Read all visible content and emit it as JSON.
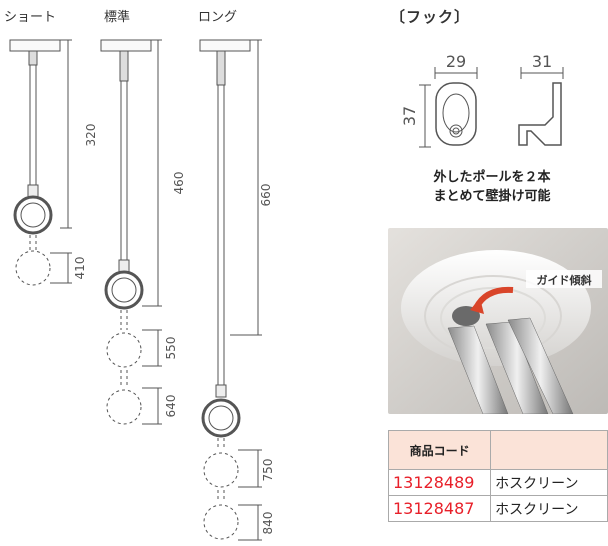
{
  "variants": [
    {
      "label": "ショート",
      "length": "320",
      "extended": "410"
    },
    {
      "label": "標準",
      "length": "460",
      "extended_1": "550",
      "extended_2": "640"
    },
    {
      "label": "ロング",
      "length": "660",
      "extended_1": "750",
      "extended_2": "840"
    }
  ],
  "hook": {
    "title": "〔フック〕",
    "width_front": "29",
    "width_side": "31",
    "height": "37",
    "caption_line1": "外したポールを２本",
    "caption_line2": "まとめて壁掛け可能"
  },
  "photo": {
    "guide_label": "ガイド傾斜"
  },
  "table": {
    "header_code": "商品コード",
    "header_name": "",
    "rows": [
      {
        "code": "13128489",
        "name": "ホスクリーン"
      },
      {
        "code": "13128487",
        "name": "ホスクリーン"
      }
    ]
  },
  "colors": {
    "accent_red": "#e8202a",
    "header_bg": "#fbe3d8",
    "guide_arrow": "#d9452a"
  }
}
